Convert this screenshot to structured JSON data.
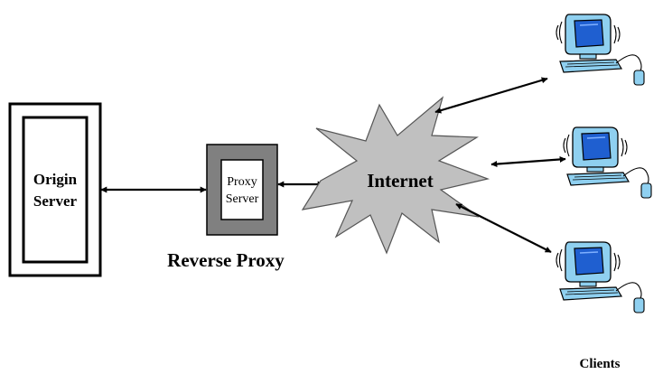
{
  "origin_server": {
    "line1": "Origin",
    "line2": "Server"
  },
  "proxy_server": {
    "line1": "Proxy",
    "line2": "Server"
  },
  "internet": {
    "label": "Internet"
  },
  "reverse_proxy": {
    "label": "Reverse Proxy"
  },
  "clients": {
    "label": "Clients"
  },
  "colors": {
    "proxy_frame": "#808080",
    "cloud": "#c0c0c0",
    "monitor_body": "#8fd0f0",
    "monitor_screen": "#1f5fd0",
    "outline": "#000000"
  }
}
